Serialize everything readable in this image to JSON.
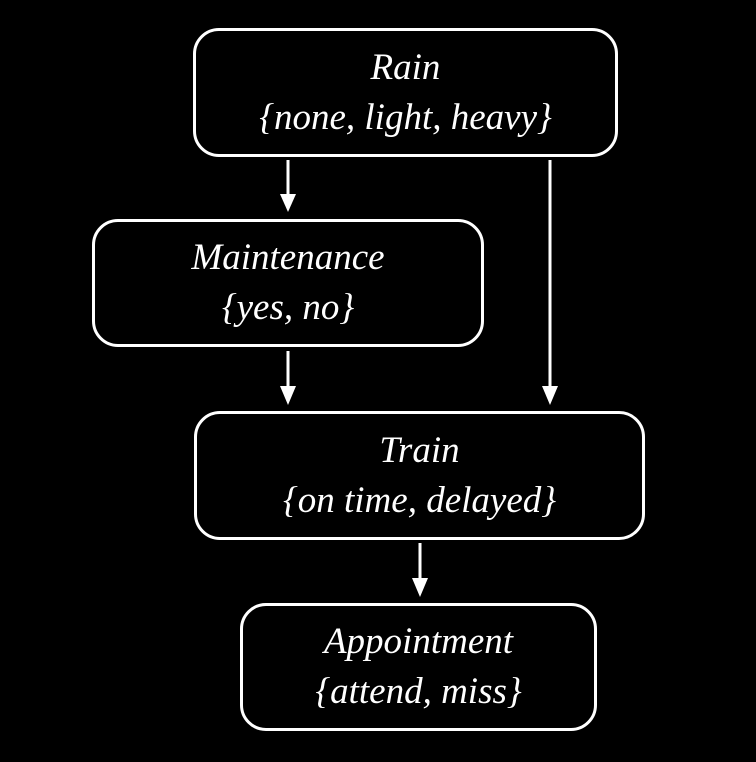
{
  "nodes": {
    "rain": {
      "name": "Rain",
      "values": "{none, light, heavy}"
    },
    "maintenance": {
      "name": "Maintenance",
      "values": "{yes, no}"
    },
    "train": {
      "name": "Train",
      "values": "{on time, delayed}"
    },
    "appointment": {
      "name": "Appointment",
      "values": "{attend, miss}"
    }
  },
  "edges": [
    {
      "from": "Rain",
      "to": "Maintenance"
    },
    {
      "from": "Rain",
      "to": "Train"
    },
    {
      "from": "Maintenance",
      "to": "Train"
    },
    {
      "from": "Train",
      "to": "Appointment"
    }
  ],
  "colors": {
    "background": "#000000",
    "foreground": "#ffffff"
  }
}
